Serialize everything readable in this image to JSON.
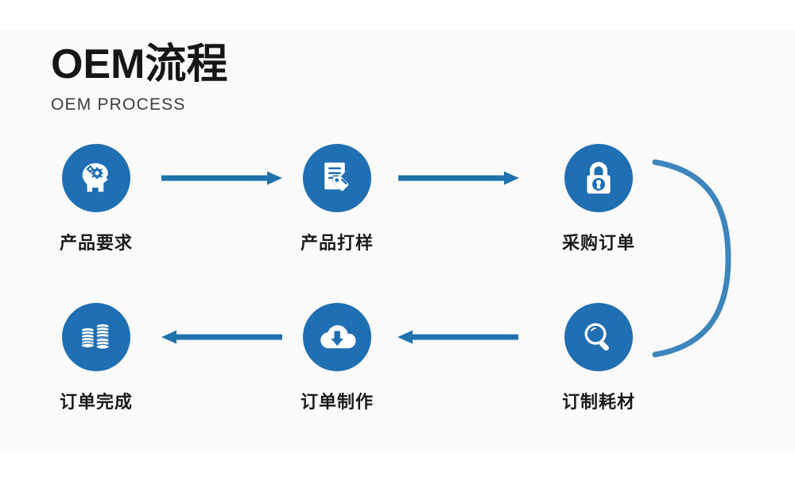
{
  "page": {
    "background_color": "#fafafa",
    "accent_color": "#1f6fb2",
    "text_color": "#1a1a1a"
  },
  "heading": {
    "title": "OEM流程",
    "subtitle": "OEM PROCESS"
  },
  "flow": {
    "steps": [
      {
        "index": "1",
        "label": "产品要求",
        "icon": "head-gears-icon"
      },
      {
        "index": "2",
        "label": "产品打样",
        "icon": "document-tag-icon"
      },
      {
        "index": "3",
        "label": "采购订单",
        "icon": "padlock-icon"
      },
      {
        "index": "4",
        "label": "订制耗材",
        "icon": "magnifier-icon"
      },
      {
        "index": "5",
        "label": "订单制作",
        "icon": "cloud-download-icon"
      },
      {
        "index": "6",
        "label": "订单完成",
        "icon": "coin-stacks-icon"
      }
    ],
    "connectors": [
      {
        "name": "arrow-step1-to-step2",
        "direction": "right"
      },
      {
        "name": "arrow-step2-to-step3",
        "direction": "right"
      },
      {
        "name": "curve-step3-to-step4",
        "direction": "curve-down"
      },
      {
        "name": "arrow-step4-to-step5",
        "direction": "left"
      },
      {
        "name": "arrow-step5-to-step6",
        "direction": "left"
      }
    ]
  }
}
